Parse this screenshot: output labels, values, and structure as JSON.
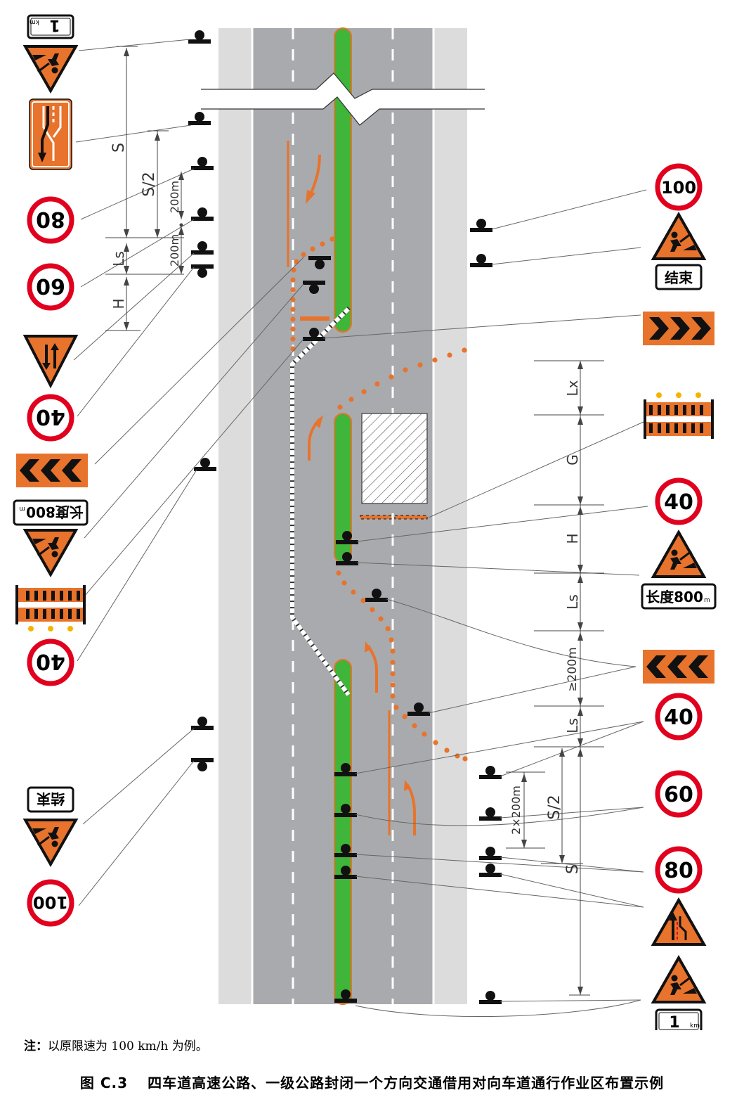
{
  "signs": {
    "km_plate": "1",
    "km_unit": "km",
    "length_plate": "长度800",
    "length_unit": "m",
    "end_plate": "结束",
    "speed_100": "100",
    "speed_80": "80",
    "speed_60": "60",
    "speed_40": "40"
  },
  "dimensions": {
    "S": "S",
    "S_half": "S/2",
    "Ls": "Ls",
    "H": "H",
    "G": "G",
    "Lx": "Lx",
    "d200": "200m",
    "d200b": "200m",
    "ge200": "≥200m",
    "two_x_200": "2×200m"
  },
  "note": {
    "label": "注：",
    "text": "以原限速为 100 km/h 为例。"
  },
  "caption": {
    "number": "图 C.3",
    "title": "四车道高速公路、一级公路封闭一个方向交通借用对向车道通行作业区布置示例"
  },
  "colors": {
    "road": "#a9aaad",
    "shoulder": "#dcdcdd",
    "median": "#3fb53a",
    "orange": "#e8732c",
    "red": "#e1001e"
  }
}
